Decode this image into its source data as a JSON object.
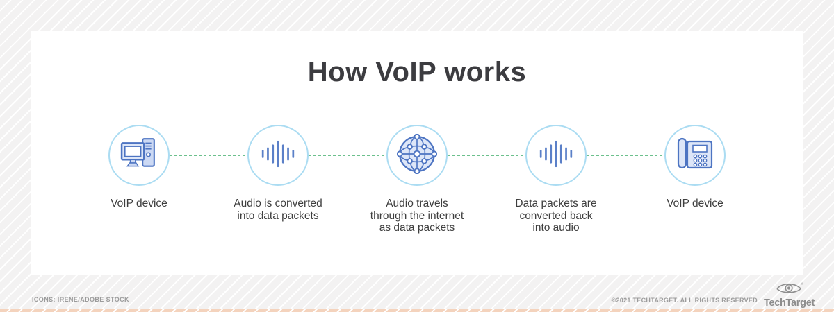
{
  "title": "How VoIP works",
  "steps": [
    {
      "icon": "desktop-computer-icon",
      "label": "VoIP device"
    },
    {
      "icon": "audio-wave-icon",
      "label": "Audio is converted\ninto data packets"
    },
    {
      "icon": "internet-globe-icon",
      "label": "Audio travels\nthrough the internet\nas data packets"
    },
    {
      "icon": "audio-wave-icon",
      "label": "Data packets are\nconverted back\ninto audio"
    },
    {
      "icon": "desk-phone-icon",
      "label": "VoIP device"
    }
  ],
  "footer": {
    "credits": "ICONS: IRENE/ADOBE STOCK",
    "copyright": "©2021 TECHTARGET. ALL RIGHTS RESERVED",
    "logo_text": "TechTarget"
  },
  "colors": {
    "connector_green": "#6cc08d",
    "circle_stroke": "#abdcf2",
    "icon_stroke_blue": "#4d74c2",
    "icon_fill_blue": "#dde6f8",
    "title_gray": "#3c3c40",
    "footer_gray": "#9b9b9b",
    "accent_band_peach": "#f4d3bd"
  }
}
